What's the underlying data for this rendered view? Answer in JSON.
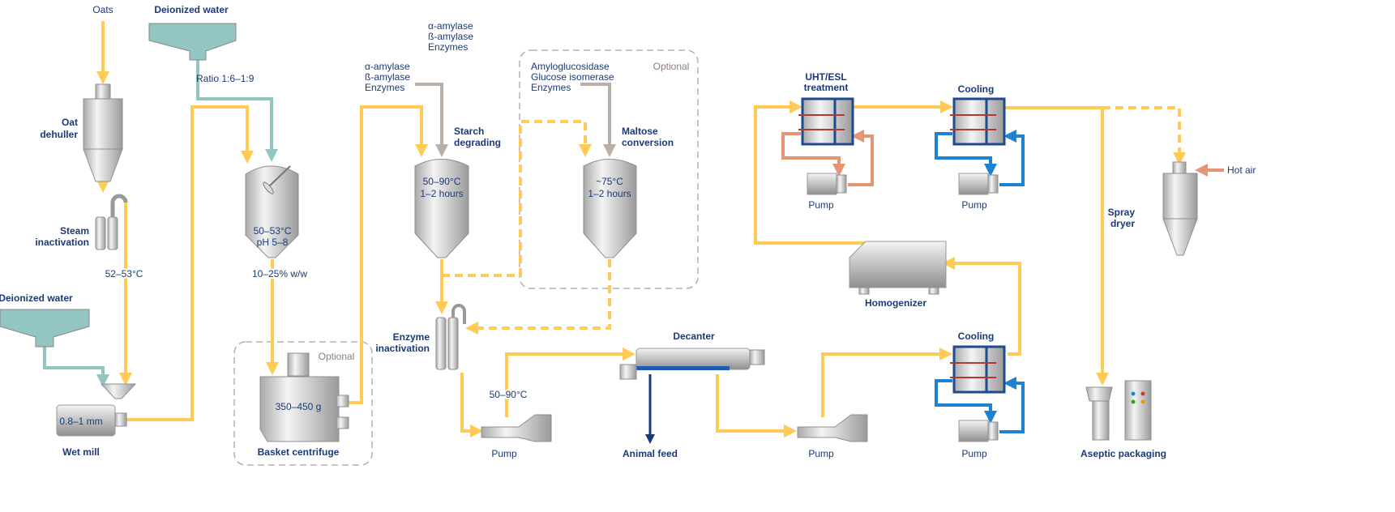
{
  "colors": {
    "product": "#FFCA55",
    "water": "#93C5C3",
    "enzymes": "#B8AFA8",
    "heating": "#E59575",
    "cooling": "#1E82D2",
    "text": "#1b3a78"
  },
  "inputs": {
    "oats": "Oats",
    "deionized_water_top": "Deionized water",
    "deionized_water_left": "Deionized water",
    "ratio": "Ratio 1:6–1:9",
    "enzymes_top": [
      "α-amylase",
      "ß-amylase",
      "Enzymes"
    ],
    "enzymes_starch": [
      "α-amylase",
      "ß-amylase",
      "Enzymes"
    ],
    "enzymes_maltose": [
      "Amyloglucosidase",
      "Glucose isomerase",
      "Enzymes"
    ],
    "hot_air": "Hot air"
  },
  "equipment": {
    "dehuller": [
      "Oat",
      "dehuller"
    ],
    "steam": [
      "Steam",
      "inactivation"
    ],
    "steam_temp": "52–53°C",
    "wet_mill": "Wet mill",
    "wet_mill_size": "0.8–1 mm",
    "mixing_tank": [
      "50–53°C",
      "pH 5–8"
    ],
    "mixing_output": "10–25% w/w",
    "optional_1": "Optional",
    "centrifuge": "Basket centrifuge",
    "centrifuge_value": "350–450 g",
    "starch": [
      "Starch",
      "degrading"
    ],
    "starch_tank": [
      "50–90°C",
      "1–2 hours"
    ],
    "optional_2": "Optional",
    "maltose": [
      "Maltose",
      "conversion"
    ],
    "maltose_tank": [
      "~75°C",
      "1–2 hours"
    ],
    "enzyme_inactivation": [
      "Enzyme",
      "inactivation"
    ],
    "pump_temp": "50–90°C",
    "pump_1": "Pump",
    "decanter": "Decanter",
    "animal_feed": "Animal feed",
    "pump_2": "Pump",
    "uht": [
      "UHT/ESL",
      "treatment"
    ],
    "cooling_1": "Cooling",
    "pump_uht": "Pump",
    "pump_cooling_1": "Pump",
    "spray_dryer": [
      "Spray",
      "dryer"
    ],
    "homogenizer": "Homogenizer",
    "cooling_2": "Cooling",
    "pump_cooling_2": "Pump",
    "aseptic": "Aseptic packaging"
  }
}
